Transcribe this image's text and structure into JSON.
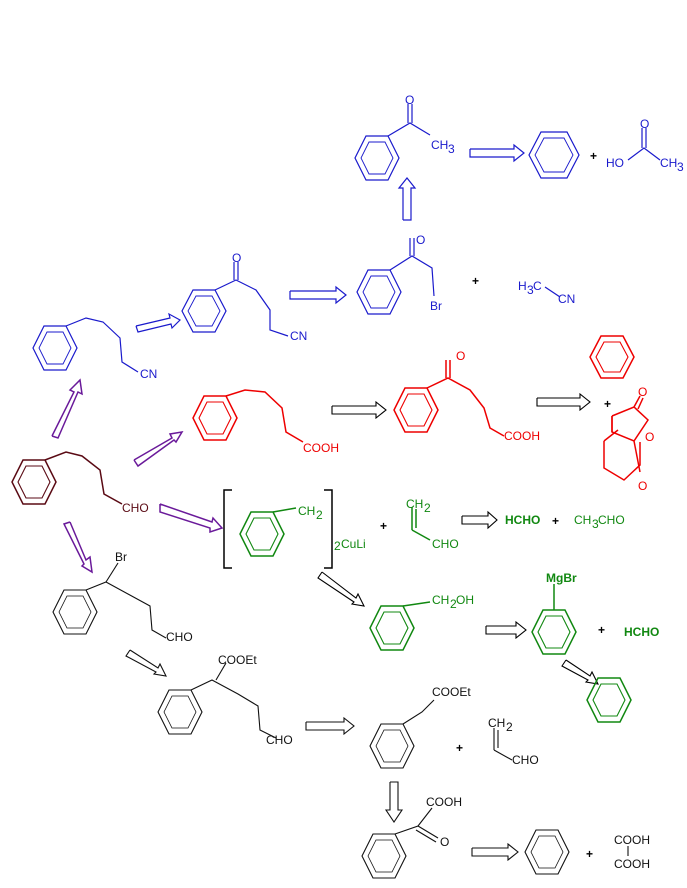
{
  "colors": {
    "blue": "#1a1acc",
    "red": "#ee0000",
    "green": "#118811",
    "maroon": "#5a0a14",
    "black": "#111111",
    "purple": "#6a1a9a"
  },
  "labels": {
    "ch3": "CH",
    "three": "3",
    "ho": "HO",
    "ch3_2": "CH",
    "three_2": "3",
    "cn1": "CN",
    "cn2": "CN",
    "br1": "Br",
    "h3c_h": "H",
    "h3c_3": "3",
    "h3c_c": "C",
    "cn3": "CN",
    "cooh1": "COOH",
    "cooh2": "COOH",
    "cho1": "CHO",
    "ch2_a": "CH",
    "two_a": "2",
    "two_b": "2",
    "culi": "CuLi",
    "ch2_b": "CH",
    "two_c": "2",
    "cho2": "CHO",
    "hcho1": "HCHO",
    "ch3cho_a": "CH",
    "ch3cho_3": "3",
    "ch3cho_b": "CHO",
    "ch2oh_a": "CH",
    "ch2oh_2": "2",
    "ch2oh_b": "OH",
    "mgbr": "MgBr",
    "hcho2": "HCHO",
    "br2": "Br",
    "cho3": "CHO",
    "cooet1": "COOEt",
    "cho4": "CHO",
    "cooet2": "COOEt",
    "ch2_c": "CH",
    "two_d": "2",
    "cho5": "CHO",
    "cooh3": "COOH",
    "o1": "O",
    "cooh4": "COOH",
    "cooh5": "COOH",
    "plus": "+"
  }
}
